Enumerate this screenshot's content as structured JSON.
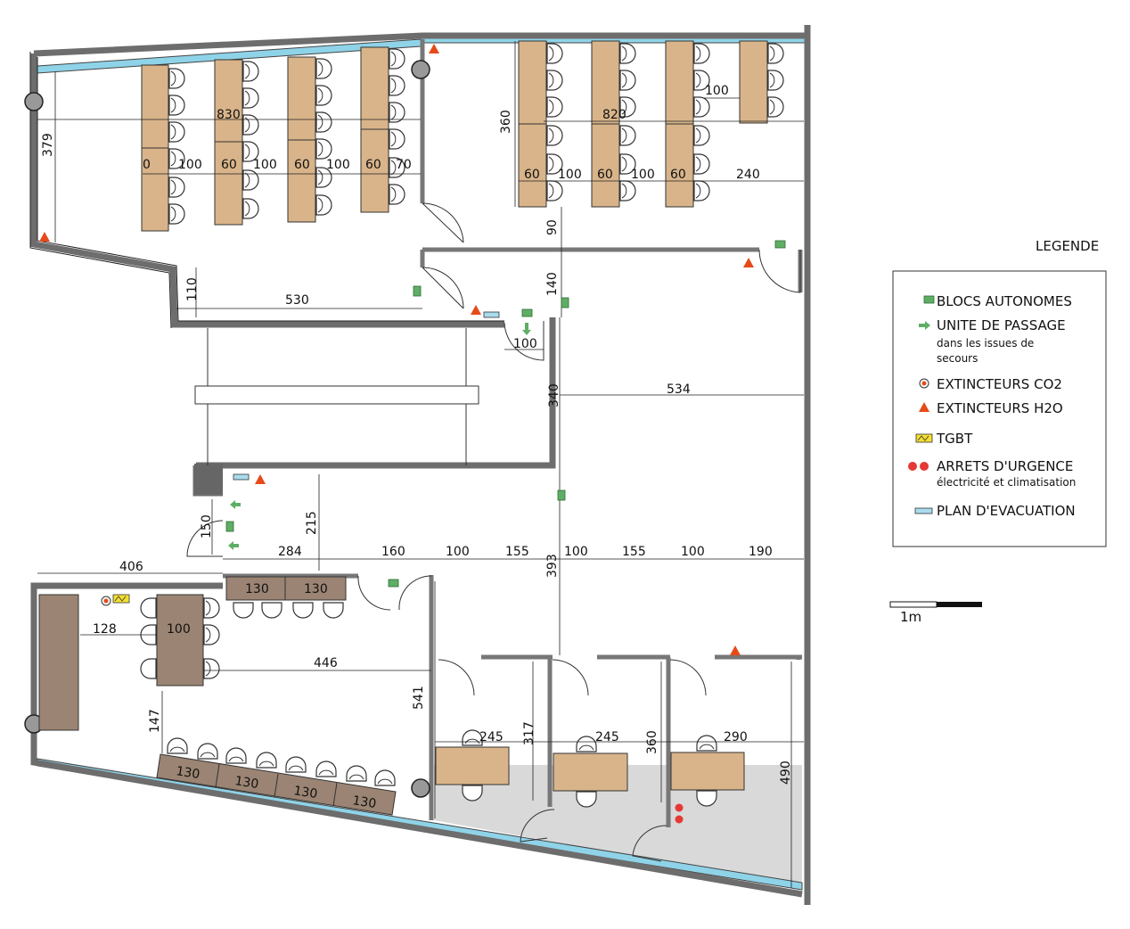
{
  "colors": {
    "wall": "#7a7a7a",
    "window": "#8fd3e8",
    "desk": "#d9b48a",
    "furniture_dark": "#9b8473",
    "block": "#5fae65",
    "extinguisher": "#e64a19",
    "emergency": "#e53935",
    "tgbt": "#f3df32",
    "plan": "#a9dced",
    "floor_grey": "#d9d9d9"
  },
  "legend": {
    "title": "LEGENDE",
    "blocs": "BLOCS AUTONOMES",
    "passage": "UNITE DE PASSAGE",
    "passage_sub1": "dans les issues de",
    "passage_sub2": "secours",
    "co2": "EXTINCTEURS CO2",
    "h2o": "EXTINCTEURS H2O",
    "tgbt": "TGBT",
    "arrets": "ARRETS D'URGENCE",
    "arrets_sub": "électricité et climatisation",
    "plan": "PLAN D'EVACUATION",
    "scale": "1m"
  },
  "dims": {
    "d379": "379",
    "d830": "830",
    "d0": "0",
    "d100a": "100",
    "d60a": "60",
    "d100b": "100",
    "d60b": "60",
    "d100c": "100",
    "d60c": "60",
    "d70": "70",
    "d360a": "360",
    "d820": "820",
    "d100top": "100",
    "d60d": "60",
    "d100d": "100",
    "d60e": "60",
    "d100e": "100",
    "d60f": "60",
    "d240": "240",
    "d90": "90",
    "d140": "140",
    "d110": "110",
    "d530": "530",
    "d100door": "100",
    "d340": "340",
    "d534": "534",
    "d215": "215",
    "d150": "150",
    "d284": "284",
    "d160": "160",
    "d100f": "100",
    "d155a": "155",
    "d393": "393",
    "d100g": "100",
    "d155b": "155",
    "d100h": "100",
    "d190": "190",
    "d406": "406",
    "d130a": "130",
    "d130b": "130",
    "d128": "128",
    "d100desk": "100",
    "d446": "446",
    "d147": "147",
    "d541": "541",
    "d245a": "245",
    "d317": "317",
    "d245b": "245",
    "d360b": "360",
    "d290": "290",
    "d490": "490",
    "b130a": "130",
    "b130b": "130",
    "b130c": "130",
    "b130d": "130"
  }
}
